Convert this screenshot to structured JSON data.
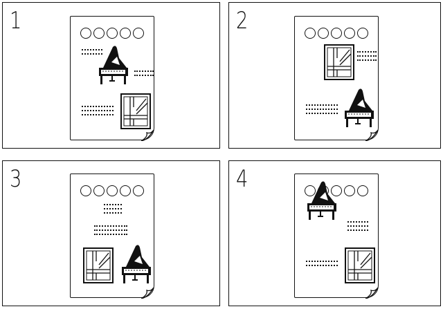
{
  "panels": [
    {
      "label": "1"
    },
    {
      "label": "2"
    },
    {
      "label": "3"
    },
    {
      "label": "4"
    }
  ],
  "icons": [
    "piano-icon",
    "map-icon",
    "circle-icon"
  ],
  "colors": {
    "ink": "#111111",
    "paper": "#ffffff"
  }
}
